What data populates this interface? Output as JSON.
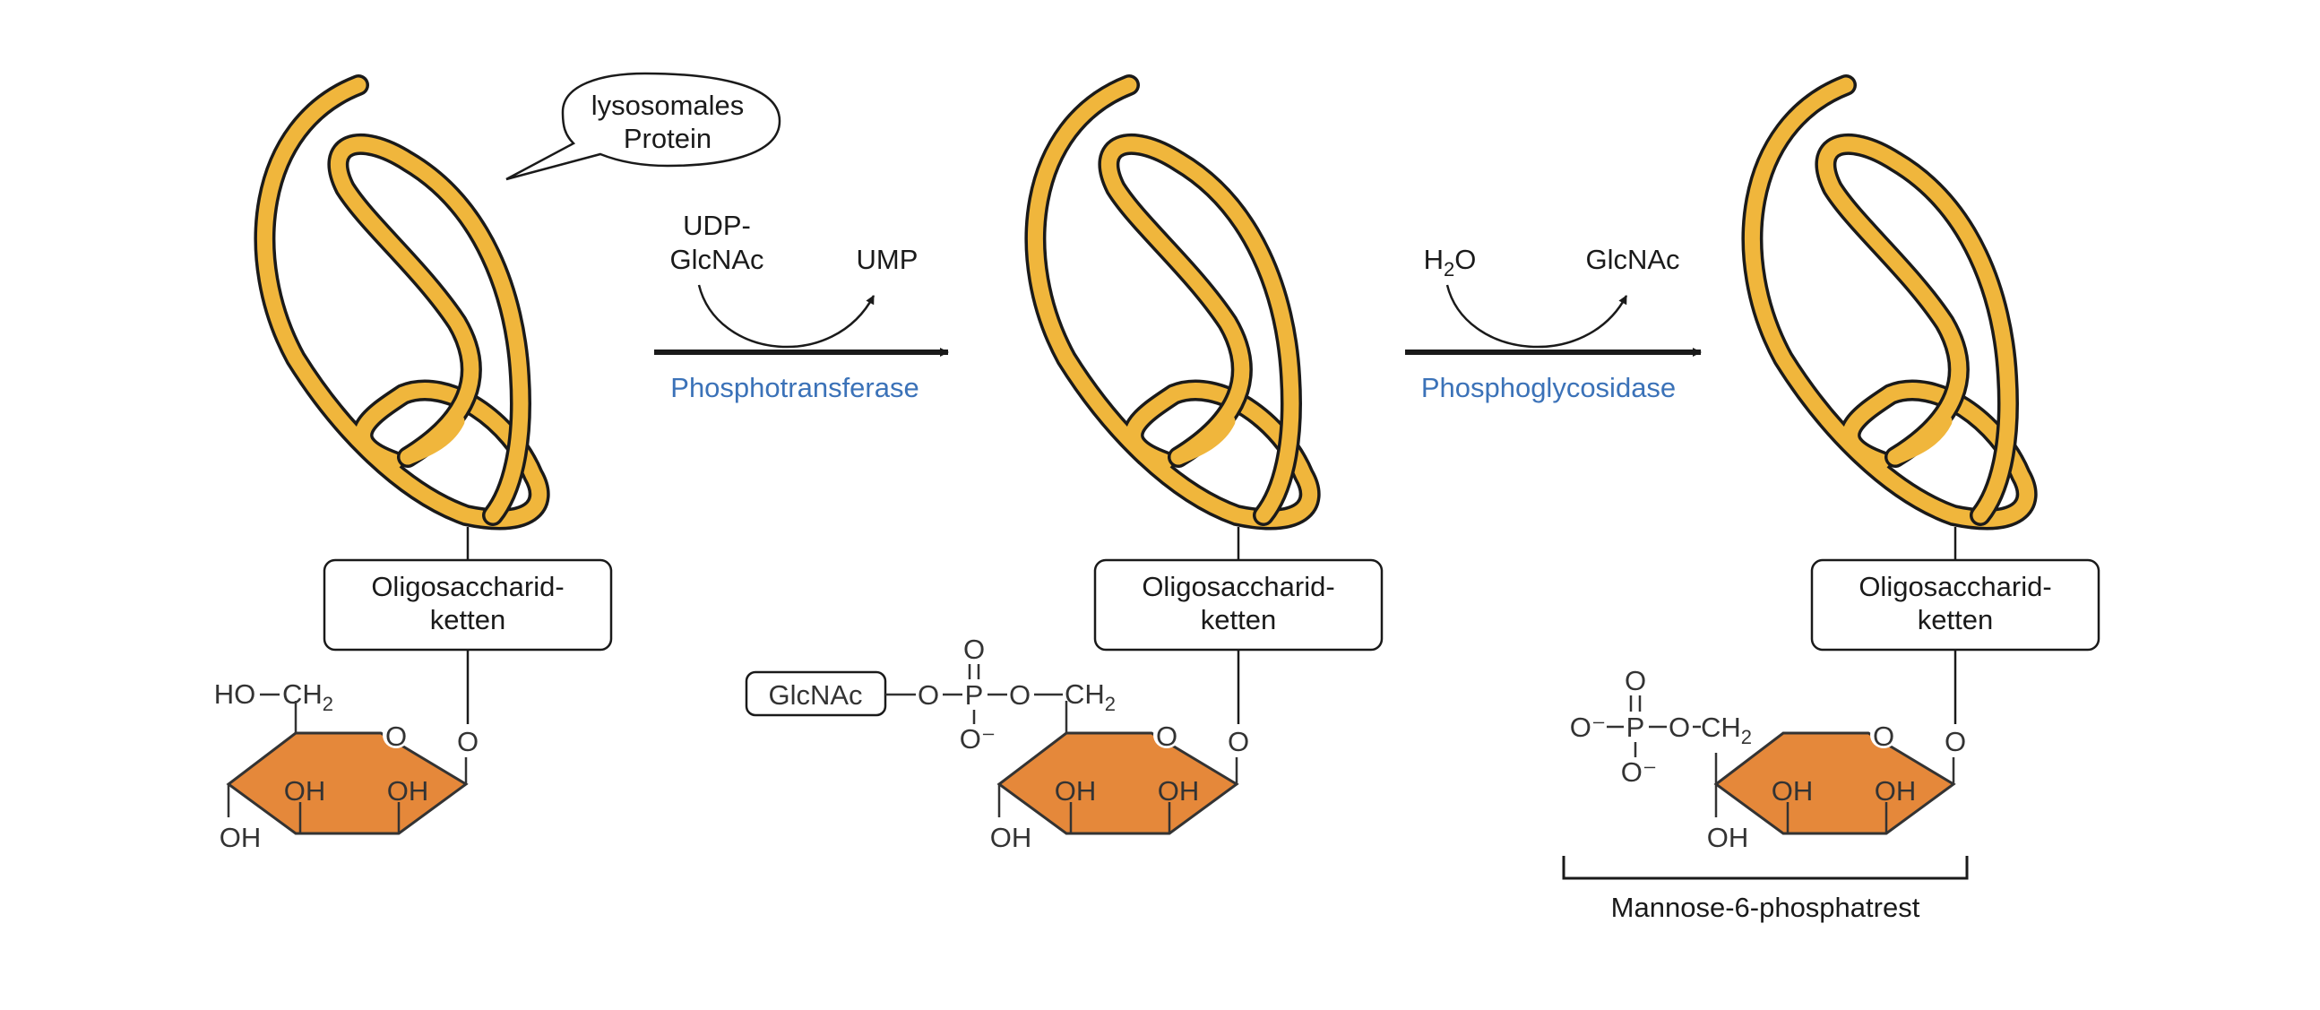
{
  "colors": {
    "protein": "#f0b63c",
    "sugar": "#e5883a",
    "enzyme_text": "#3b72b8",
    "line": "#1a1a1a"
  },
  "callout": {
    "line1": "lysosomales",
    "line2": "Protein"
  },
  "box": {
    "line1": "Oligosaccharid-",
    "line2": "ketten"
  },
  "step1": {
    "substrate_line1": "UDP-",
    "substrate_line2": "GlcNAc",
    "product": "UMP",
    "enzyme": "Phosphotransferase"
  },
  "step2": {
    "substrate": "H",
    "substrate_sub": "2",
    "substrate_tail": "O",
    "product": "GlcNAc",
    "enzyme": "Phosphoglycosidase"
  },
  "ring": {
    "ring_o": "O",
    "link_o": "O",
    "oh": "OH"
  },
  "ch2": {
    "main": "CH",
    "sub": "2"
  },
  "panel1": {
    "ho": "HO"
  },
  "phosphate": {
    "o": "O",
    "o_minus": "O⁻",
    "p": "P",
    "glcnac_box": "GlcNAc"
  },
  "bracket_label": "Mannose-6-phosphatrest"
}
